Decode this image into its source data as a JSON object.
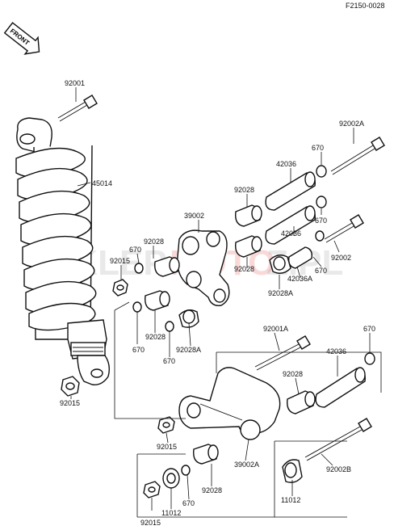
{
  "diagram_code": "F2150-0028",
  "front_badge": "FRONT",
  "watermark": {
    "text_left": "SKLEP",
    "text_mid": "MOTO",
    "text_right": "Z.PL"
  },
  "colors": {
    "line": "#111111",
    "watermark_red": "#e03030",
    "watermark_grey": "#888888"
  },
  "labels": [
    {
      "id": "l-92001-top",
      "text": "92001"
    },
    {
      "id": "l-45014",
      "text": "45014"
    },
    {
      "id": "l-92002A",
      "text": "92002A"
    },
    {
      "id": "l-670-a",
      "text": "670"
    },
    {
      "id": "l-42036-a",
      "text": "42036"
    },
    {
      "id": "l-92028-a",
      "text": "92028"
    },
    {
      "id": "l-39002",
      "text": "39002"
    },
    {
      "id": "l-670-b",
      "text": "670"
    },
    {
      "id": "l-42036-b",
      "text": "42036"
    },
    {
      "id": "l-92002",
      "text": "92002"
    },
    {
      "id": "l-92028-b",
      "text": "92028"
    },
    {
      "id": "l-670-c",
      "text": "670"
    },
    {
      "id": "l-42036A",
      "text": "42036A"
    },
    {
      "id": "l-92028A-a",
      "text": "92028A"
    },
    {
      "id": "l-92028-c",
      "text": "92028"
    },
    {
      "id": "l-670-d",
      "text": "670"
    },
    {
      "id": "l-92015-a",
      "text": "92015"
    },
    {
      "id": "l-670-e",
      "text": "670"
    },
    {
      "id": "l-92028-d",
      "text": "92028"
    },
    {
      "id": "l-92028A-b",
      "text": "92028A"
    },
    {
      "id": "l-670-f",
      "text": "670"
    },
    {
      "id": "l-92015-b",
      "text": "92015"
    },
    {
      "id": "l-92001A",
      "text": "92001A"
    },
    {
      "id": "l-670-g",
      "text": "670"
    },
    {
      "id": "l-42036-c",
      "text": "42036"
    },
    {
      "id": "l-92028-e",
      "text": "92028"
    },
    {
      "id": "l-92015-c",
      "text": "92015"
    },
    {
      "id": "l-39002A",
      "text": "39002A"
    },
    {
      "id": "l-92002B",
      "text": "92002B"
    },
    {
      "id": "l-92028-f",
      "text": "92028"
    },
    {
      "id": "l-670-h",
      "text": "670"
    },
    {
      "id": "l-11012-a",
      "text": "11012"
    },
    {
      "id": "l-11012-b",
      "text": "11012"
    },
    {
      "id": "l-92015-d",
      "text": "92015"
    }
  ]
}
